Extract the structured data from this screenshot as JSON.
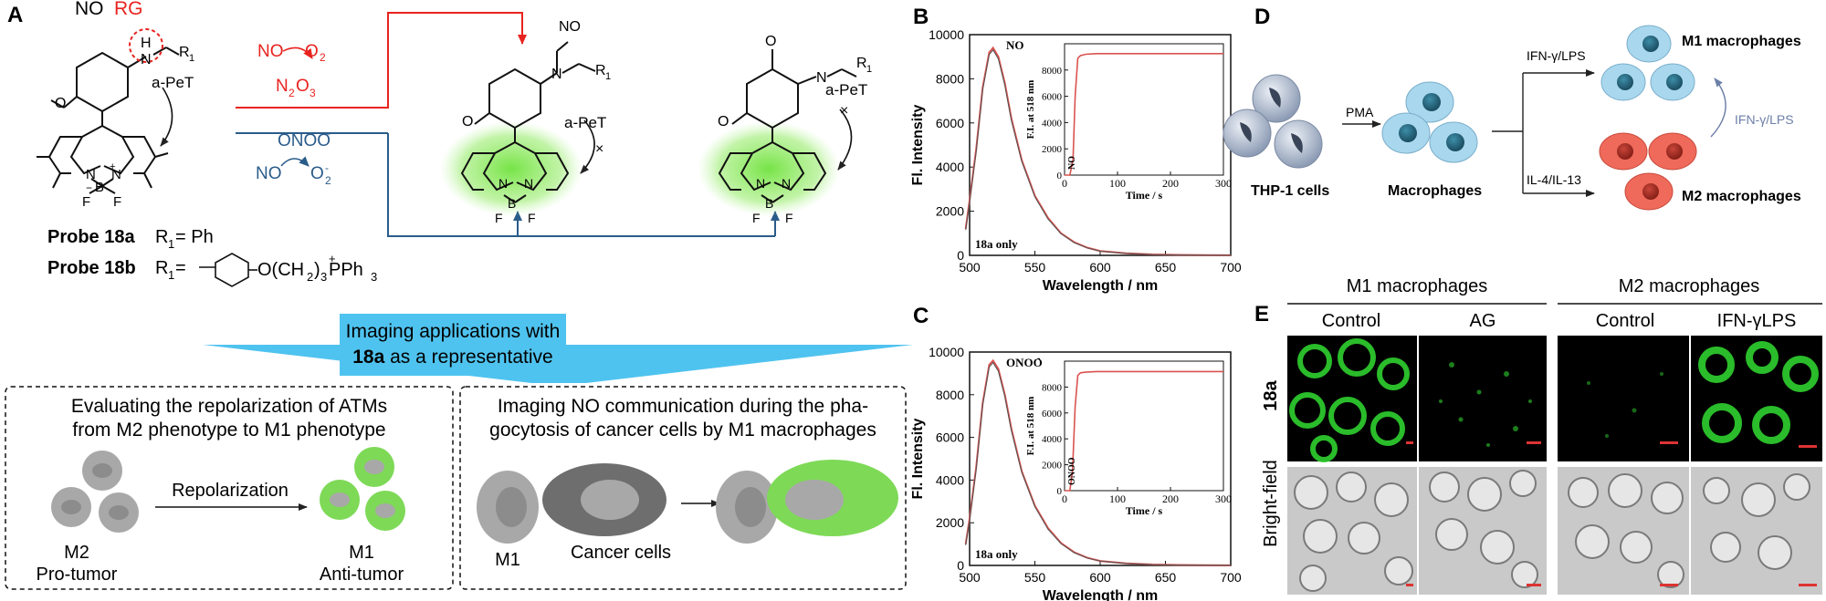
{
  "panels": {
    "A": "A",
    "B": "B",
    "C": "C",
    "D": "D",
    "E": "E"
  },
  "panelA": {
    "no_label": "NO",
    "rg_label": "RG",
    "h_label": "H",
    "n_label": "N",
    "r1_label": "R",
    "r1_sub": "1",
    "o_label": "O",
    "apet_1": "a-PeT",
    "apet_2": "a-PeT",
    "apet_3": "a-PeT",
    "boron": "B",
    "f1": "F",
    "f2": "F",
    "plus": "+",
    "minus": "−",
    "no_o2_no": "NO",
    "no_o2_o2": "O",
    "no_o2_o2_sub": "2",
    "n2o3_n": "N",
    "n2o3_2": "2",
    "n2o3_o": "O",
    "n2o3_3": "3",
    "onoo": "ONOO",
    "onoo_sup": "-",
    "no_o2m_no": "NO",
    "no_o2m_o": "O",
    "no_o2m_sub": "2",
    "no_o2m_sup": "-",
    "nitroso_no": "NO",
    "quinone_o": "O",
    "probe_a_name": "Probe 18a",
    "probe_a_r": "R",
    "probe_a_sub": "1",
    "probe_a_val": " = Ph",
    "probe_b_name": "Probe 18b",
    "probe_b_r": "R",
    "probe_b_sub": "1",
    "probe_b_eq": " = ",
    "probe_b_tail": "O(CH",
    "probe_b_sub2": "2",
    "probe_b_tail2": ")",
    "probe_b_sub3": "3",
    "probe_b_tail3": "PPh",
    "probe_b_sub4": "3",
    "probe_b_plus": "+"
  },
  "banner": {
    "line1": "Imaging applications with",
    "line2_bold": "18a",
    "line2_rest": " as a representative"
  },
  "box_left": {
    "line1": "Evaluating the repolarization of ATMs",
    "line2": "from M2 phenotype to M1 phenotype",
    "arrow_label": "Repolarization",
    "m2": "M2",
    "m2_desc": "Pro-tumor",
    "m1": "M1",
    "m1_desc": "Anti-tumor"
  },
  "box_right": {
    "line1": "Imaging NO communication during the pha-",
    "line2": "gocytosis of cancer cells by M1 macrophages",
    "m1": "M1",
    "cancer": "Cancer cells"
  },
  "chart_data": [
    {
      "type": "line",
      "panel": "B",
      "xlabel": "Wavelength / nm",
      "ylabel": "Fl. Intensity",
      "xlim": [
        500,
        700
      ],
      "ylim": [
        0,
        10000
      ],
      "xticks": [
        500,
        550,
        600,
        650,
        700
      ],
      "yticks": [
        0,
        2000,
        4000,
        6000,
        8000,
        10000
      ],
      "annotations": [
        "NO",
        "18a  only"
      ],
      "series": [
        {
          "color": "#d9534f",
          "x": [
            497,
            500,
            505,
            510,
            515,
            518,
            522,
            527,
            532,
            540,
            550,
            560,
            570,
            580,
            590,
            600,
            620,
            640,
            660,
            680,
            700
          ],
          "y": [
            1200,
            2500,
            4800,
            7600,
            9200,
            9400,
            9000,
            7800,
            6200,
            4300,
            2700,
            1700,
            1000,
            600,
            350,
            200,
            90,
            40,
            20,
            10,
            5
          ]
        },
        {
          "color": "#555555",
          "x": [
            497,
            500,
            505,
            510,
            515,
            518,
            522,
            527,
            532,
            540,
            550,
            560,
            570,
            580,
            590,
            600,
            620,
            640,
            660,
            680,
            700
          ],
          "y": [
            1150,
            2400,
            4700,
            7500,
            9100,
            9300,
            8900,
            7700,
            6100,
            4250,
            2650,
            1650,
            980,
            580,
            340,
            190,
            85,
            38,
            18,
            9,
            4
          ]
        }
      ],
      "inset": {
        "xlabel": "Time / s",
        "ylabel": "F.I. at 518 nm",
        "xlim": [
          0,
          300
        ],
        "ylim": [
          0,
          10000
        ],
        "xticks": [
          0,
          100,
          200,
          300
        ],
        "yticks": [
          0,
          2000,
          4000,
          6000,
          8000
        ],
        "annotation": "NO",
        "x": [
          0,
          10,
          16,
          20,
          25,
          30,
          40,
          60,
          100,
          150,
          200,
          250,
          300
        ],
        "y": [
          0,
          0,
          1200,
          6000,
          8900,
          9100,
          9200,
          9250,
          9250,
          9250,
          9250,
          9250,
          9250
        ]
      }
    },
    {
      "type": "line",
      "panel": "C",
      "xlabel": "Wavelength / nm",
      "ylabel": "Fl. Intensity",
      "xlim": [
        500,
        700
      ],
      "ylim": [
        0,
        10000
      ],
      "xticks": [
        500,
        550,
        600,
        650,
        700
      ],
      "yticks": [
        0,
        2000,
        4000,
        6000,
        8000,
        10000
      ],
      "annotations": [
        "ONOO",
        "18a only"
      ],
      "series": [
        {
          "color": "#d9534f",
          "x": [
            497,
            500,
            505,
            510,
            515,
            518,
            522,
            527,
            532,
            540,
            550,
            560,
            570,
            580,
            590,
            600,
            620,
            640,
            660,
            680,
            700
          ],
          "y": [
            1000,
            2200,
            4600,
            7600,
            9400,
            9600,
            9200,
            8000,
            6400,
            4400,
            2800,
            1750,
            1050,
            620,
            360,
            210,
            95,
            42,
            20,
            10,
            5
          ]
        },
        {
          "color": "#555555",
          "x": [
            497,
            500,
            505,
            510,
            515,
            518,
            522,
            527,
            532,
            540,
            550,
            560,
            570,
            580,
            590,
            600,
            620,
            640,
            660,
            680,
            700
          ],
          "y": [
            950,
            2100,
            4500,
            7500,
            9300,
            9500,
            9100,
            7900,
            6300,
            4350,
            2750,
            1700,
            1020,
            600,
            350,
            200,
            90,
            40,
            19,
            9,
            4
          ]
        }
      ],
      "inset": {
        "xlabel": "Time / s",
        "ylabel": "F.I. at 518 nm",
        "xlim": [
          0,
          300
        ],
        "ylim": [
          0,
          10000
        ],
        "xticks": [
          0,
          100,
          200,
          300
        ],
        "yticks": [
          0,
          2000,
          4000,
          6000,
          8000
        ],
        "annotation": "ONOO",
        "x": [
          0,
          10,
          15,
          20,
          25,
          30,
          40,
          60,
          100,
          150,
          200,
          250,
          300
        ],
        "y": [
          0,
          0,
          1500,
          6500,
          8900,
          9100,
          9150,
          9200,
          9200,
          9200,
          9200,
          9200,
          9200
        ]
      }
    }
  ],
  "panelB": {
    "onoo_sup": "-"
  },
  "panelC": {
    "onoo_sup": "-"
  },
  "panelD": {
    "thp1": "THP-1 cells",
    "pma": "PMA",
    "macrophages": "Macrophages",
    "ifn_lps_top": "IFN-γ/LPS",
    "il4": "IL-4/IL-13",
    "m1": "M1 macrophages",
    "m2": "M2 macrophages",
    "ifn_lps_side": "IFN-γ/LPS"
  },
  "panelE": {
    "m1_header": "M1 macrophages",
    "m2_header": "M2 macrophages",
    "cols": [
      "Control",
      "AG",
      "Control",
      "IFN-γLPS"
    ],
    "row1": "18a",
    "row2": "Bright-field"
  },
  "colors": {
    "red": "#e8231f",
    "blue_path": "#2a5c8a",
    "green_glow": "#7be84f",
    "banner": "#4fc3ef",
    "m1_cell": "#a9d8ee",
    "m2_cell": "#ef6a5a",
    "gray_cell": "#a8a8a8",
    "green_cell": "#7ed957",
    "fluor": "#2fd12f"
  }
}
